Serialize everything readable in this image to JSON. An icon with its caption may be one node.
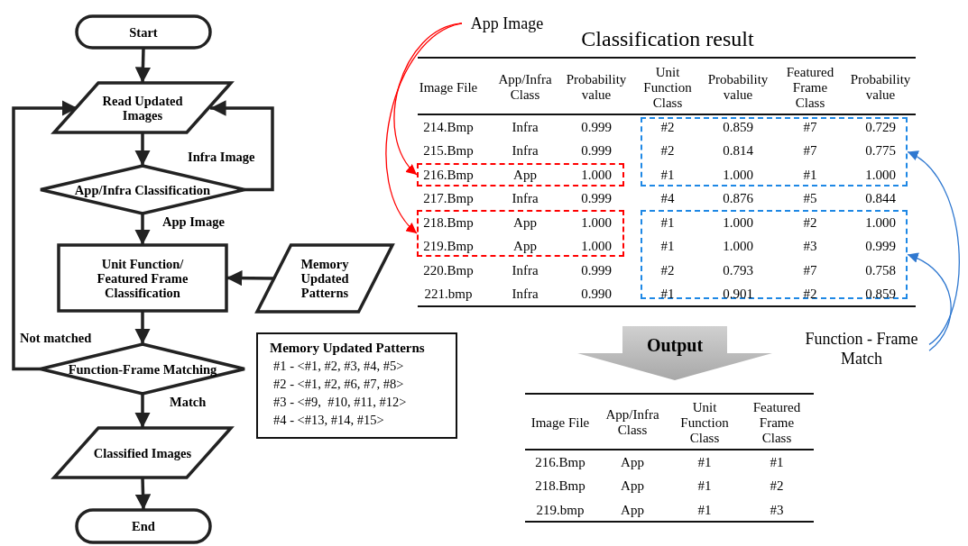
{
  "diagram": {
    "nodes": [
      {
        "text": [
          "Start"
        ]
      },
      {
        "text": [
          "Read Updated Images"
        ]
      },
      {
        "text": [
          "App/Infra Classification"
        ]
      },
      {
        "text": [
          "Unit Function/ Featured Frame Classification"
        ]
      },
      {
        "text": [
          "Memory Updated Patterns"
        ]
      },
      {
        "text": [
          "Function-Frame Matching"
        ]
      },
      {
        "text": [
          "Classified Images"
        ]
      },
      {
        "text": [
          "End"
        ]
      },
      {
        "text": [
          "Memory Updated Patterns",
          "#1 - <#1, #2, #3, #4, #5>",
          "#2 - <#1, #2, #6, #7, #8>",
          "#3 - <#9,  #10, #11, #12>",
          "#4 - <#13, #14, #15>"
        ]
      },
      {
        "text": [
          "App Image"
        ]
      },
      {
        "text": [],
        "shape": "box"
      },
      {
        "text": [],
        "shape": "box"
      },
      {
        "text": [],
        "shape": "box"
      },
      {
        "text": [],
        "shape": "box"
      },
      {
        "text": [
          "Function - Frame Match"
        ]
      },
      {
        "text": [
          "Output"
        ]
      }
    ],
    "edges": [
      {
        "from": 0,
        "to": 1,
        "arrow": "to"
      },
      {
        "from": 1,
        "to": 2,
        "arrow": "to"
      },
      {
        "from": 2,
        "to": 1,
        "arrow": "to",
        "label": "Infra Image"
      },
      {
        "from": 2,
        "to": 3,
        "arrow": "to",
        "label": "App Image"
      },
      {
        "from": 4,
        "to": 3,
        "arrow": "to"
      },
      {
        "from": 3,
        "to": 5,
        "arrow": "to"
      },
      {
        "from": 5,
        "to": 1,
        "arrow": "to",
        "label": "Not matched"
      },
      {
        "from": 5,
        "to": 6,
        "arrow": "to",
        "label": "Match"
      },
      {
        "from": 6,
        "to": 7,
        "arrow": "to"
      },
      {
        "from": 9,
        "to": 10,
        "arrow": "to",
        "color": "#ff0000"
      },
      {
        "from": 9,
        "to": 11,
        "arrow": "to",
        "color": "#ff0000"
      },
      {
        "from": 14,
        "to": 12,
        "arrow": "to",
        "color": "#2f78d0"
      },
      {
        "from": 14,
        "to": 13,
        "arrow": "to",
        "color": "#2f78d0"
      }
    ],
    "labels": [
      "Classification result",
      "Image File",
      "App/Infra Class",
      "Probability value",
      "Unit Function Class",
      "Probability value",
      "Featured Frame Class",
      "Probability value",
      "214.Bmp",
      "Infra",
      "0.999",
      "#2",
      "0.859",
      "#7",
      "0.729",
      "215.Bmp",
      "Infra",
      "0.999",
      "#2",
      "0.814",
      "#7",
      "0.775",
      "216.Bmp",
      "App",
      "1.000",
      "#1",
      "1.000",
      "#1",
      "1.000",
      "217.Bmp",
      "Infra",
      "0.999",
      "#4",
      "0.876",
      "#5",
      "0.844",
      "218.Bmp",
      "App",
      "1.000",
      "#1",
      "1.000",
      "#2",
      "1.000",
      "219.Bmp",
      "App",
      "1.000",
      "#1",
      "1.000",
      "#3",
      "0.999",
      "220.Bmp",
      "Infra",
      "0.999",
      "#2",
      "0.793",
      "#7",
      "0.758",
      "221.bmp",
      "Infra",
      "0.990",
      "#1",
      "0.901",
      "#2",
      "0.859",
      "Image File",
      "App/Infra Class",
      "Unit Function Class",
      "Featured Frame Class",
      "216.Bmp",
      "App",
      "#1",
      "#1",
      "218.Bmp",
      "App",
      "#1",
      "#2",
      "219.bmp",
      "App",
      "#1",
      "#3"
    ]
  }
}
